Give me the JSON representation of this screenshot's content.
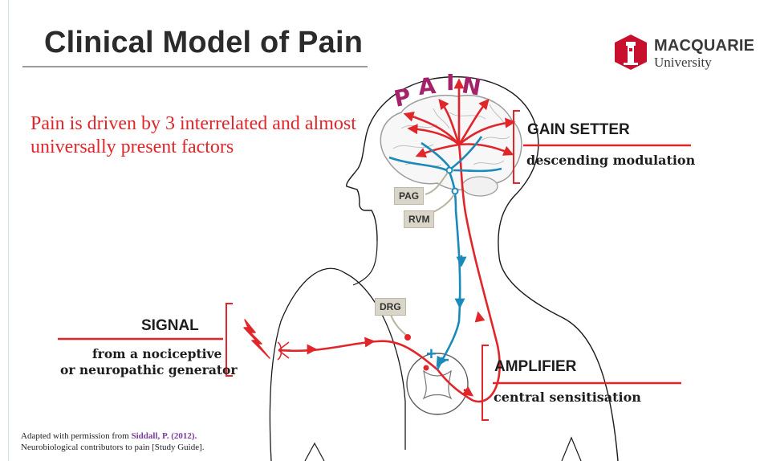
{
  "slide": {
    "title": "Clinical Model of Pain",
    "subtitle": "Pain is driven by 3 interrelated and almost universally present factors"
  },
  "logo": {
    "name": "MACQUARIE",
    "sub": "University"
  },
  "diagram": {
    "pain_letters": [
      "P",
      "A",
      "I",
      "N"
    ],
    "gain_setter": {
      "heading": "GAIN SETTER",
      "description": "descending modulation"
    },
    "signal": {
      "heading": "SIGNAL",
      "description_line1": "from a nociceptive",
      "description_line2": "or neuropathic generator"
    },
    "amplifier": {
      "heading": "AMPLIFIER",
      "description": "central sensitisation"
    },
    "tags": {
      "pag": "PAG",
      "rvm": "RVM",
      "drg": "DRG"
    },
    "signs": {
      "plus": "+",
      "minus": "−"
    },
    "colors": {
      "red": "#e0262b",
      "blue": "#1b8ab8",
      "pain": "#a4226a"
    }
  },
  "credit": {
    "prefix": "Adapted with permission from ",
    "reference": "Siddall, P. (2012).",
    "line2": "Neurobiological contributors to pain [Study Guide]."
  }
}
